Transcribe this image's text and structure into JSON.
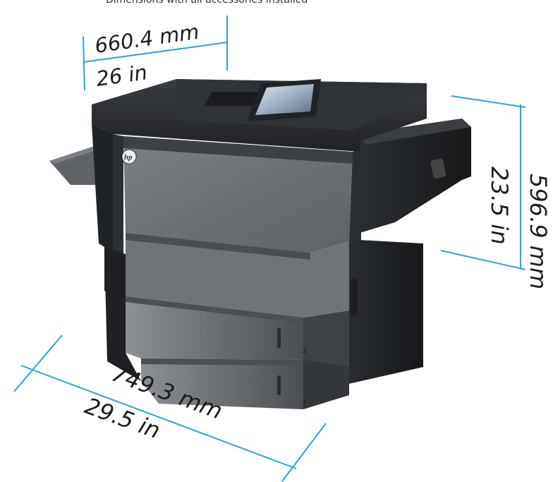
{
  "header_fragment": "Dimensions with all accessories installed",
  "dimensions": {
    "depth": {
      "metric": "660.4 mm",
      "imperial": "26 in"
    },
    "height": {
      "metric": "596.9 mm",
      "imperial": "23.5 in"
    },
    "width": {
      "metric": "749.3 mm",
      "imperial": "29.5 in"
    }
  },
  "printer": {
    "logo_text": "hp",
    "tray_labels": [
      "2",
      "3"
    ]
  },
  "colors": {
    "dimension_line": "#2aa3d8",
    "printer_dark": "#2a2d30",
    "printer_panel": "#6d7176"
  }
}
